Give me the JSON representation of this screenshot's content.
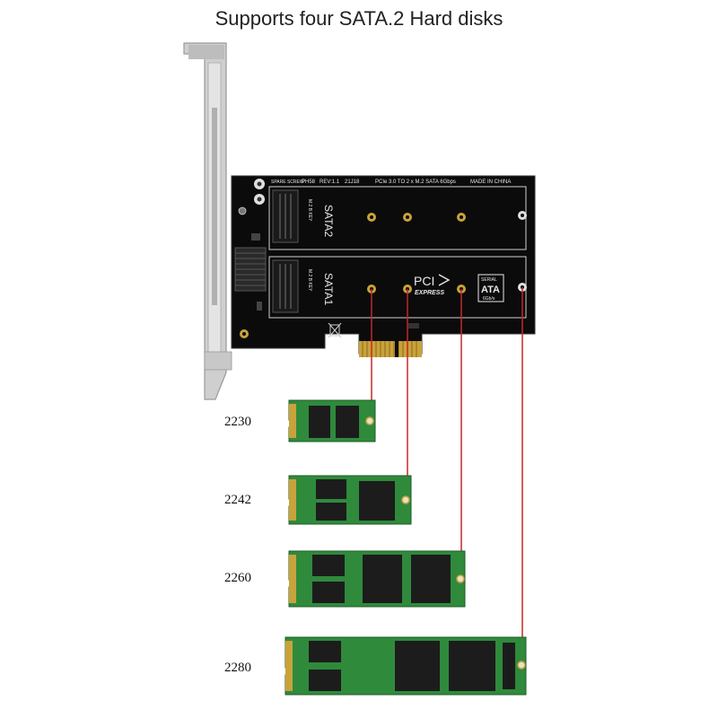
{
  "caption": "Supports four SATA.2 Hard disks",
  "card": {
    "silk_left": "SPARE SCREW",
    "model": "PH58",
    "revision": "REV:1.1",
    "date_code": "21J18",
    "description": "PCIe 3.0 TO 2 x M.2 SATA 6Gbps",
    "origin": "MADE IN CHINA",
    "slot_top_label": "SATA2",
    "slot_bottom_label": "SATA1",
    "key_label": "M.2 B KEY",
    "pci_logo_text": "PCI",
    "express_text": "EXPRESS",
    "serial_ata_line1": "SERIAL",
    "serial_ata_line2": "ATA",
    "serial_ata_line3": "6Gb/s"
  },
  "ssd_sizes": [
    {
      "label": "2230"
    },
    {
      "label": "2242"
    },
    {
      "label": "2260"
    },
    {
      "label": "2280"
    }
  ],
  "colors": {
    "pcb": "#0b0b0b",
    "bracket": "#cfcfcf",
    "ssd_green": "#2f8a3c",
    "chip": "#1c1c1c",
    "gold": "#c9a23a",
    "leader_line": "#c62828"
  }
}
